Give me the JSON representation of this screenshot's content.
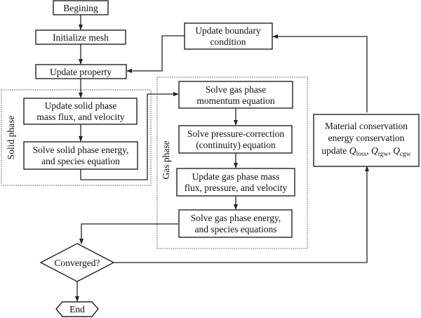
{
  "diagram": {
    "type": "flowchart",
    "nodes": {
      "begin": {
        "label": "Begining"
      },
      "init_mesh": {
        "label": "Initialize mesh"
      },
      "update_property": {
        "label": "Update property"
      },
      "update_boundary": {
        "lines": [
          "Update boundary",
          "condition"
        ]
      },
      "solid_mass_flux": {
        "lines": [
          "Update solid phase",
          "mass flux, and velocity"
        ]
      },
      "solid_energy": {
        "lines": [
          "Solve solid phase energy,",
          "and species equation"
        ]
      },
      "gas_momentum": {
        "lines": [
          "Solve gas phase",
          "momentum equation"
        ]
      },
      "pressure_correction": {
        "lines": [
          "Solve pressure-correction",
          "(continuity) equation"
        ]
      },
      "gas_mass_flux": {
        "lines": [
          "Update gas phase mass",
          "flux, pressure, and velocity"
        ]
      },
      "gas_energy": {
        "lines": [
          "Solve gas phase energy,",
          "and species equations"
        ]
      },
      "conservation": {
        "lines": [
          "Material conservation",
          "energy conservation"
        ],
        "update_prefix": "update",
        "q_symbol": "Q",
        "q_subscripts": [
          "loss",
          "rgw",
          "cgw"
        ]
      },
      "converged": {
        "label": "Converged?"
      },
      "end": {
        "label": "End"
      }
    },
    "groups": {
      "solid_phase": {
        "label": "Solid phase"
      },
      "gas_phase": {
        "label": "Gas phase"
      }
    }
  }
}
